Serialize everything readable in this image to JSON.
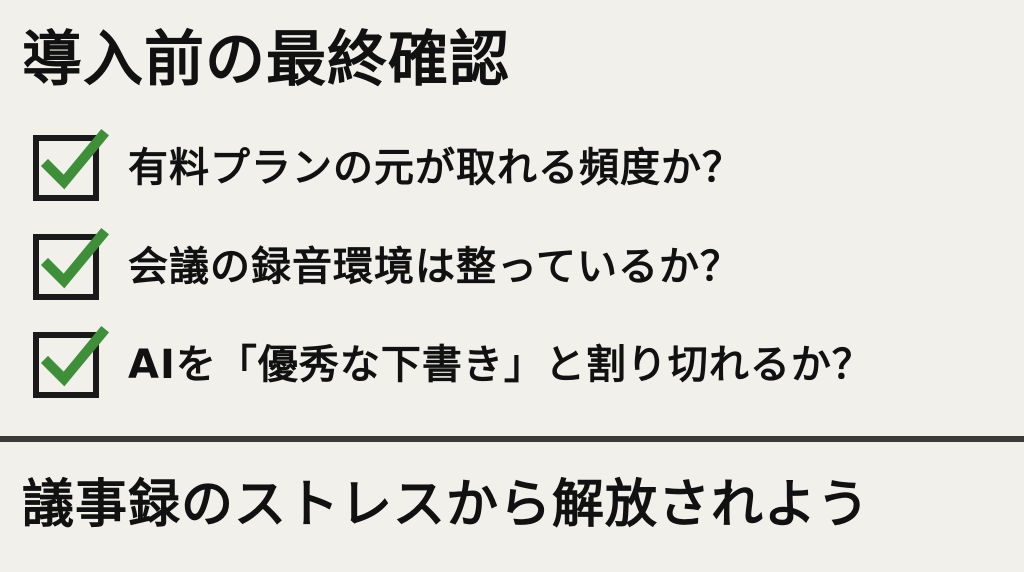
{
  "title": "導入前の最終確認",
  "checklist": [
    {
      "text": "有料プランの元が取れる頻度か？",
      "checked": true,
      "icon": "checkbox-checked-icon"
    },
    {
      "text": "会議の録音環境は整っているか？",
      "checked": true,
      "icon": "checkbox-checked-icon"
    },
    {
      "text": "AIを「優秀な下書き」と割り切れるか？",
      "checked": true,
      "icon": "checkbox-checked-icon"
    }
  ],
  "footer": "議事録のストレスから解放されよう",
  "colors": {
    "background": "#f1f0eb",
    "text": "#111111",
    "check": "#3f8f3a",
    "box": "#1a1a1a",
    "divider": "#3a3a3a"
  }
}
